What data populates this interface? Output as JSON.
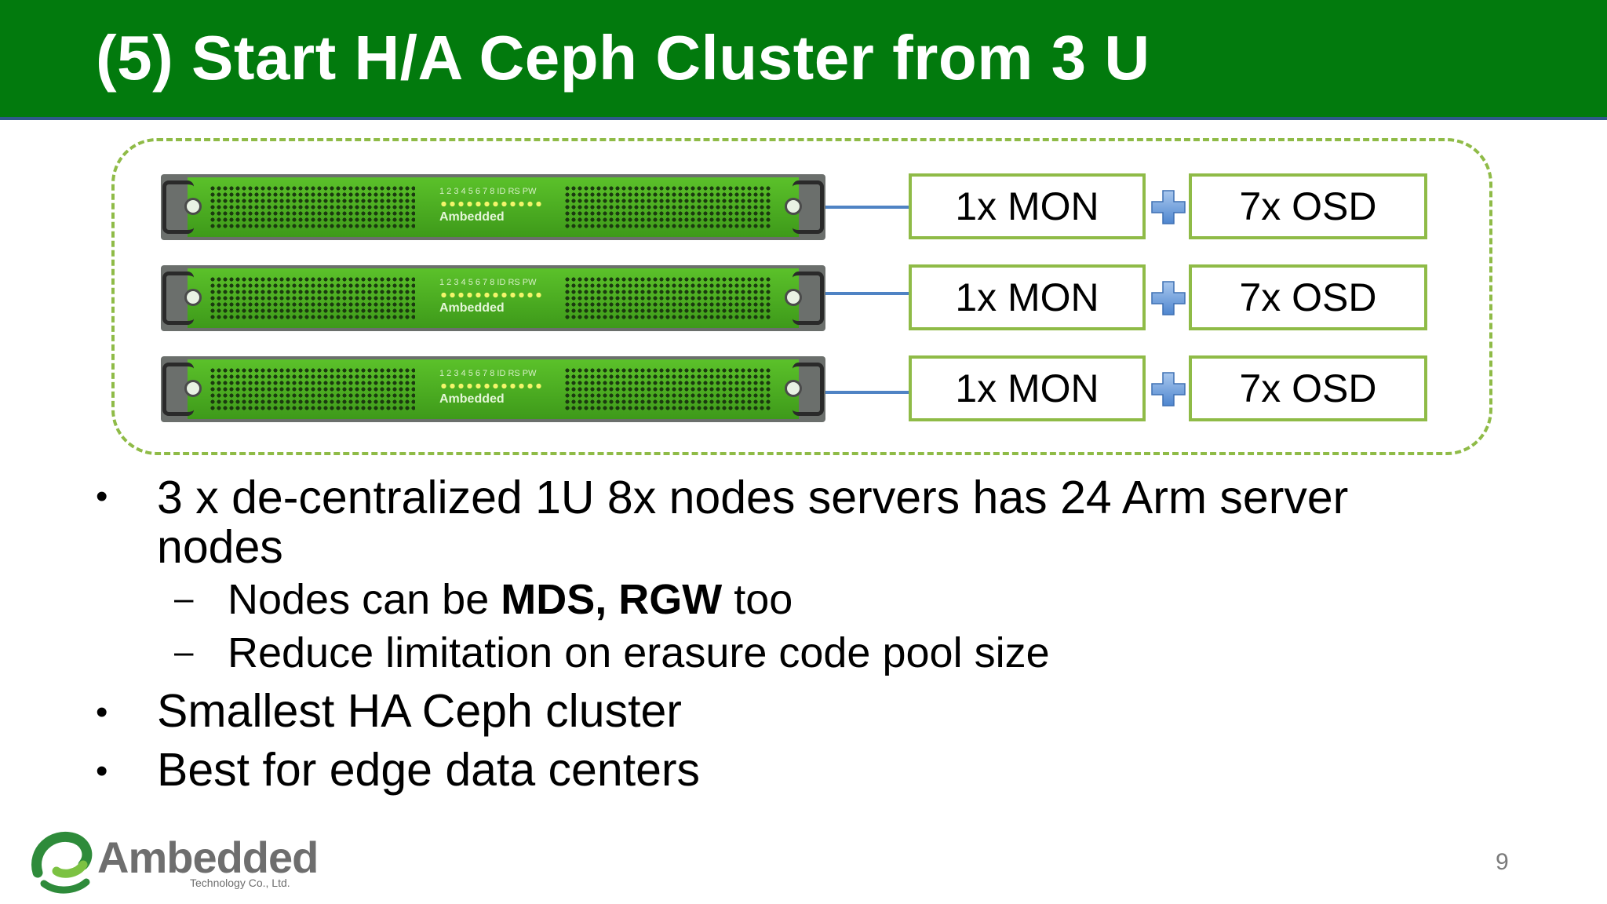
{
  "slide": {
    "title": "(5) Start H/A Ceph Cluster from 3 U",
    "page_number": "9"
  },
  "colors": {
    "title_bar": "#027a0d",
    "dashed_border": "#8fbb47",
    "connector": "#4f83c4",
    "plus": "#6f9fd8"
  },
  "servers": [
    {
      "led_labels": "1 2 3 4 5 6 7 8 ID RS PW",
      "brand": "Ambedded",
      "mon": "1x MON",
      "osd": "7x OSD"
    },
    {
      "led_labels": "1 2 3 4 5 6 7 8 ID RS PW",
      "brand": "Ambedded",
      "mon": "1x MON",
      "osd": "7x OSD"
    },
    {
      "led_labels": "1 2 3 4 5 6 7 8 ID RS PW",
      "brand": "Ambedded",
      "mon": "1x MON",
      "osd": "7x OSD"
    }
  ],
  "bullets": {
    "b1_line1": "3 x de-centralized 1U 8x nodes servers has 24 Arm server",
    "b1_line2": "nodes",
    "sub1_pre": "Nodes can be ",
    "sub1_bold": "MDS, RGW",
    "sub1_post": " too",
    "sub2": "Reduce limitation on erasure code pool size",
    "b2": "Smallest HA Ceph cluster",
    "b3": "Best for edge data centers",
    "bullet_glyph": "•",
    "dash_glyph": "–"
  },
  "logo": {
    "name": "Ambedded",
    "subtitle": "Technology Co., Ltd."
  }
}
